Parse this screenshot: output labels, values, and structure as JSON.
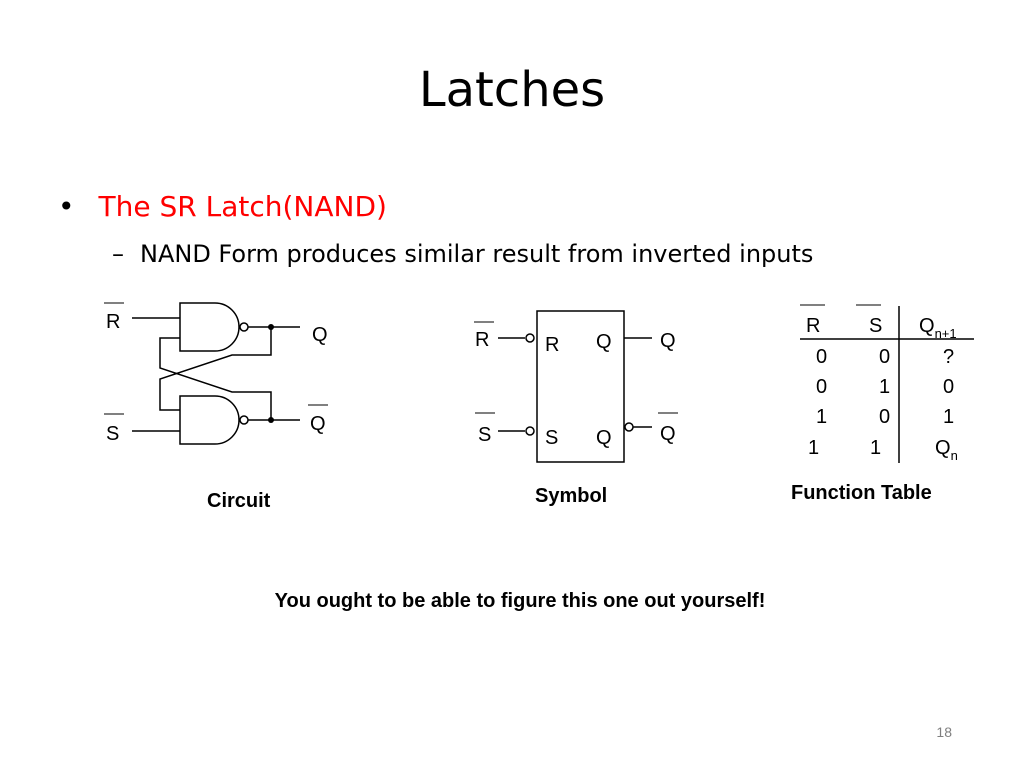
{
  "slide": {
    "title": "Latches",
    "bullet": "The SR Latch(NAND)",
    "sub_bullet": "NAND Form produces similar result from inverted inputs",
    "note": "You ought to be able to figure this one out yourself!",
    "page_number": "18"
  },
  "circuit": {
    "input_r": "R",
    "input_s": "S",
    "output_q": "Q",
    "output_q_bar": "Q",
    "caption": "Circuit"
  },
  "symbol": {
    "input_r": "R",
    "input_s": "S",
    "box_r": "R",
    "box_s": "S",
    "box_q": "Q",
    "box_q_bar": "Q",
    "output_q": "Q",
    "output_q_bar": "Q",
    "caption": "Symbol"
  },
  "function_table": {
    "headers": [
      "R",
      "S",
      "Q",
      "n+1"
    ],
    "rows": [
      [
        "0",
        "0",
        "?",
        ""
      ],
      [
        "0",
        "1",
        "0",
        ""
      ],
      [
        "1",
        "0",
        "1",
        ""
      ],
      [
        "1",
        "1",
        "Q",
        "n"
      ]
    ],
    "caption": "Function Table"
  }
}
